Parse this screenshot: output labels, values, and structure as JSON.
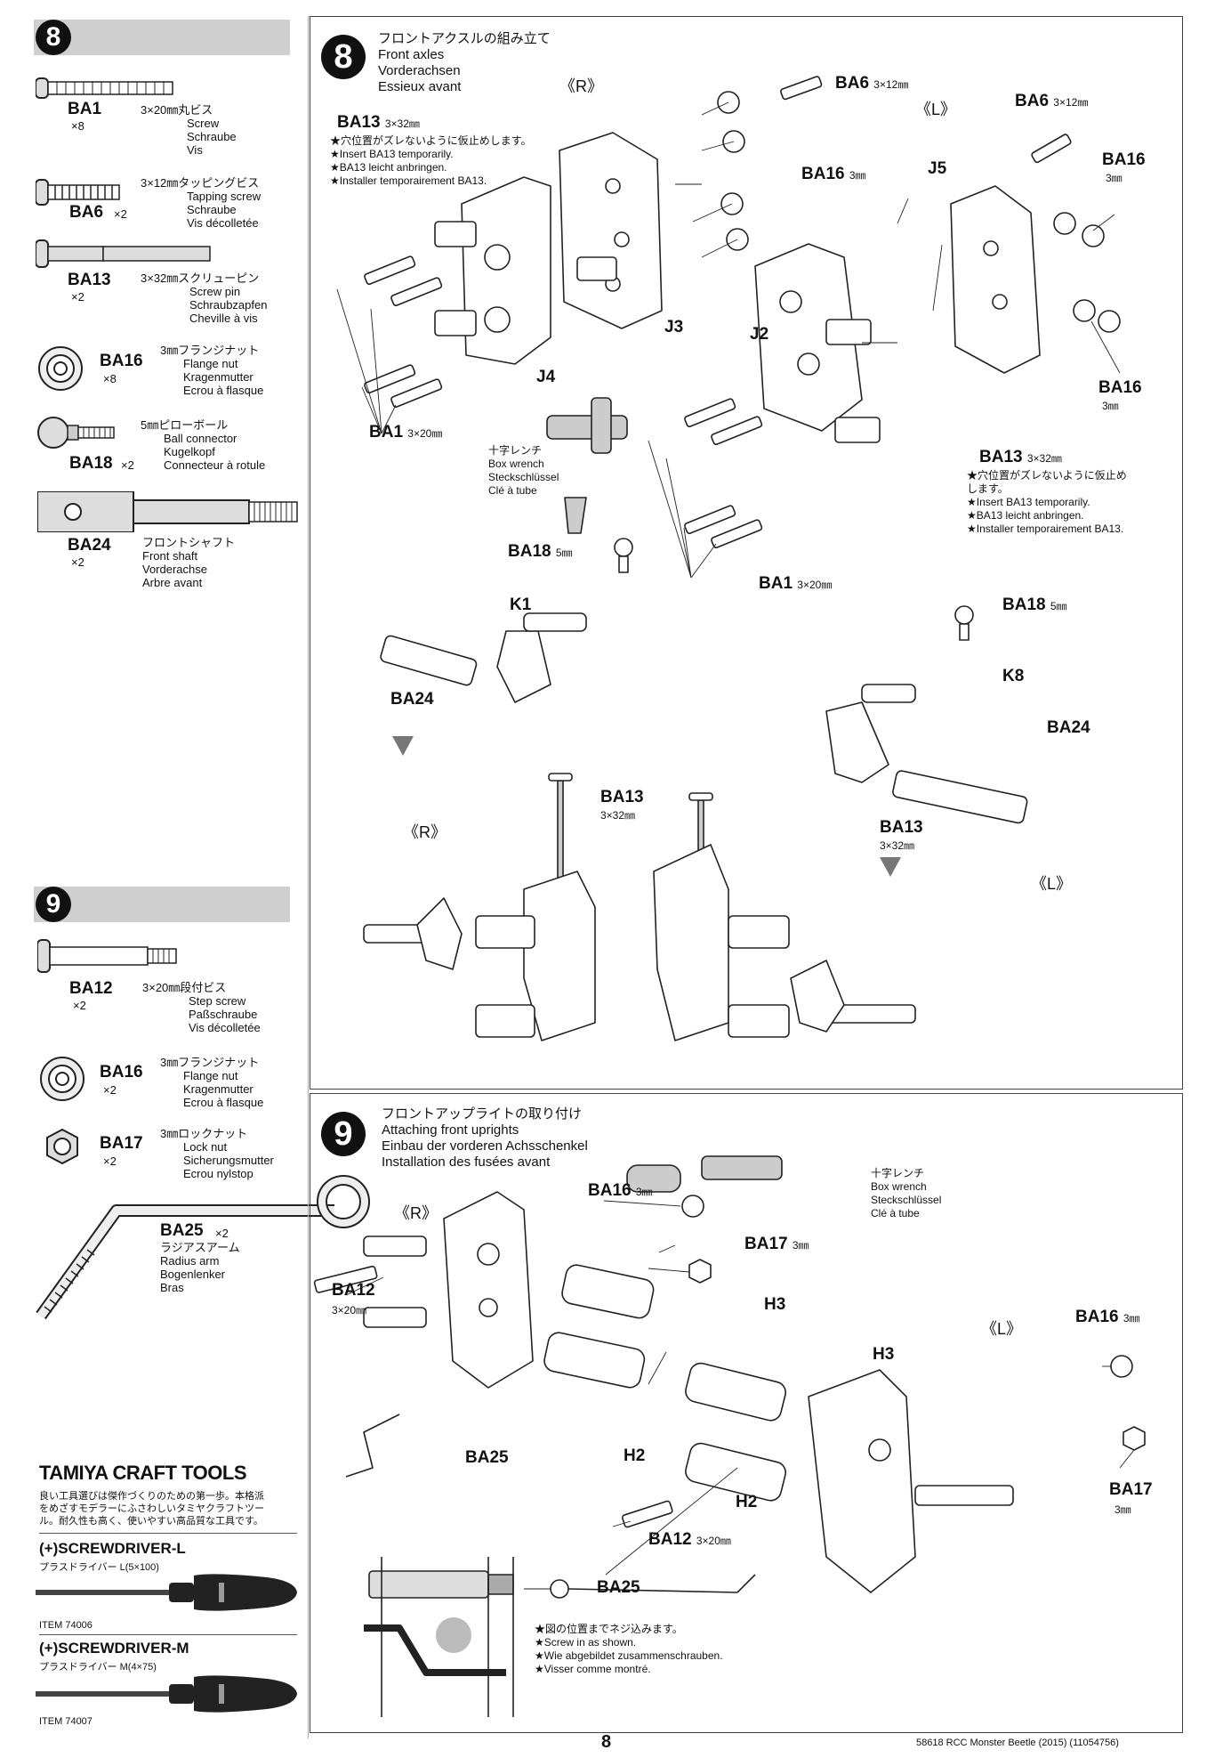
{
  "sidebar": {
    "step8": {
      "number": "8",
      "parts": [
        {
          "code": "BA1",
          "qty": "×8",
          "desc": [
            "3×20㎜丸ビス",
            "Screw",
            "Schraube",
            "Vis"
          ]
        },
        {
          "code": "BA6",
          "qty": "×2",
          "desc": [
            "3×12㎜タッピングビス",
            "Tapping screw",
            "Schraube",
            "Vis décolletée"
          ]
        },
        {
          "code": "BA13",
          "qty": "×2",
          "desc": [
            "3×32㎜スクリューピン",
            "Screw pin",
            "Schraubzapfen",
            "Cheville à vis"
          ]
        },
        {
          "code": "BA16",
          "qty": "×8",
          "desc": [
            "3㎜フランジナット",
            "Flange nut",
            "Kragenmutter",
            "Ecrou à flasque"
          ]
        },
        {
          "code": "BA18",
          "qty": "×2",
          "desc": [
            "5㎜ピローボール",
            "Ball connector",
            "Kugelkopf",
            "Connecteur à rotule"
          ]
        },
        {
          "code": "BA24",
          "qty": "×2",
          "desc": [
            "フロントシャフト",
            "Front shaft",
            "Vorderachse",
            "Arbre avant"
          ]
        }
      ]
    },
    "step9": {
      "number": "9",
      "parts": [
        {
          "code": "BA12",
          "qty": "×2",
          "desc": [
            "3×20㎜段付ビス",
            "Step screw",
            "Paßschraube",
            "Vis décolletée"
          ]
        },
        {
          "code": "BA16",
          "qty": "×2",
          "desc": [
            "3㎜フランジナット",
            "Flange nut",
            "Kragenmutter",
            "Ecrou à flasque"
          ]
        },
        {
          "code": "BA17",
          "qty": "×2",
          "desc": [
            "3㎜ロックナット",
            "Lock nut",
            "Sicherungsmutter",
            "Ecrou nylstop"
          ]
        },
        {
          "code": "BA25",
          "qty": "×2",
          "desc": [
            "ラジアスアーム",
            "Radius arm",
            "Bogenlenker",
            "Bras"
          ]
        }
      ]
    },
    "tools": {
      "brand": "TAMIYA CRAFT TOOLS",
      "intro": [
        "良い工具選びは傑作づくりのための第一歩。本格派",
        "をめざすモデラーにふさわしいタミヤクラフトツー",
        "ル。耐久性も高く、使いやすい高品質な工具です。"
      ],
      "items": [
        {
          "name": "(+)SCREWDRIVER-L",
          "sub": "プラスドライバー L(5×100)",
          "item": "ITEM 74006"
        },
        {
          "name": "(+)SCREWDRIVER-M",
          "sub": "プラスドライバー M(4×75)",
          "item": "ITEM 74007"
        }
      ]
    }
  },
  "step8": {
    "number": "8",
    "title": [
      "フロントアクスルの組み立て",
      "Front axles",
      "Vorderachsen",
      "Essieux avant"
    ],
    "side_r": "《R》",
    "side_l": "《L》",
    "labels": {
      "ba13_r": "BA13",
      "ba13_r_size": "3×32㎜",
      "ba13_note": [
        "★穴位置がズレないように仮止めします。",
        "★Insert BA13 temporarily.",
        "★BA13 leicht anbringen.",
        "★Installer temporairement BA13."
      ],
      "ba6_r": "BA6",
      "ba6_r_size": "3×12㎜",
      "ba16_r": "BA16",
      "ba16_r_size": "3㎜",
      "ba6_l": "BA6",
      "ba6_l_size": "3×12㎜",
      "ba16_l_top": "BA16",
      "ba16_l_top_size": "3㎜",
      "ba16_l_bot": "BA16",
      "ba16_l_bot_size": "3㎜",
      "j5": "J5",
      "j3": "J3",
      "j2": "J2",
      "j4": "J4",
      "ba1_r": "BA1",
      "ba1_r_size": "3×20㎜",
      "ba1_l": "BA1",
      "ba1_l_size": "3×20㎜",
      "ba13_l": "BA13",
      "ba13_l_size": "3×32㎜",
      "ba13_l_note": [
        "★穴位置がズレないように仮止め",
        "します。",
        "★Insert BA13 temporarily.",
        "★BA13 leicht anbringen.",
        "★Installer temporairement BA13."
      ],
      "box_wrench": [
        "十字レンチ",
        "Box wrench",
        "Steckschlüssel",
        "Clé à tube"
      ],
      "ba18_r": "BA18",
      "ba18_r_size": "5㎜",
      "ba18_l": "BA18",
      "ba18_l_size": "5㎜",
      "k1": "K1",
      "k8": "K8",
      "ba24_r": "BA24",
      "ba24_l": "BA24",
      "ba13_lower_r": "BA13",
      "ba13_lower_r_size": "3×32㎜",
      "ba13_lower_l": "BA13",
      "ba13_lower_l_size": "3×32㎜",
      "side_r2": "《R》",
      "side_l2": "《L》"
    }
  },
  "step9": {
    "number": "9",
    "title": [
      "フロントアップライトの取り付け",
      "Attaching front uprights",
      "Einbau der vorderen Achsschenkel",
      "Installation des fusées avant"
    ],
    "labels": {
      "side_r": "《R》",
      "side_l": "《L》",
      "ba16_r": "BA16",
      "ba16_r_size": "3㎜",
      "ba17_r": "BA17",
      "ba17_r_size": "3㎜",
      "box_wrench": [
        "十字レンチ",
        "Box wrench",
        "Steckschlüssel",
        "Clé à tube"
      ],
      "ba12_r": "BA12",
      "ba12_r_size": "3×20㎜",
      "h3_r": "H3",
      "h2_r": "H2",
      "ba25_r": "BA25",
      "h3_l": "H3",
      "h2_l": "H2",
      "ba16_l": "BA16",
      "ba16_l_size": "3㎜",
      "ba17_l": "BA17",
      "ba17_l_size": "3㎜",
      "ba12_l": "BA12",
      "ba12_l_size": "3×20㎜",
      "ba25_l": "BA25",
      "screw_note": [
        "★図の位置までネジ込みます。",
        "★Screw in as shown.",
        "★Wie abgebildet zusammenschrauben.",
        "★Visser comme montré."
      ]
    }
  },
  "footer": {
    "page_number": "8",
    "doc_ref": "58618 RCC Monster Beetle (2015) (11054756)"
  }
}
